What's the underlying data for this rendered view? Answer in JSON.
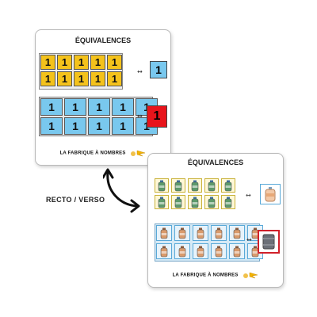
{
  "front": {
    "title": "ÉQUIVALENCES",
    "yellow_tiles": [
      "1",
      "1",
      "1",
      "1",
      "1",
      "1",
      "1",
      "1",
      "1",
      "1"
    ],
    "blue_single": "1",
    "blue_tiles": [
      "1",
      "1",
      "1",
      "1",
      "1",
      "1",
      "1",
      "1",
      "1",
      "1"
    ],
    "red_single": "1",
    "arrow": "↔",
    "footer": "LA FABRIQUE À NOMBRES"
  },
  "back": {
    "title": "ÉQUIVALENCES",
    "arrow": "↔",
    "footer": "LA FABRIQUE À NOMBRES"
  },
  "label": "RECTO / VERSO",
  "colors": {
    "yellow": "#f4c21b",
    "blue": "#79c8ee",
    "red": "#e8141b",
    "bottle_green": "#5d9a6a",
    "bottle_orange": "#d99a6c",
    "barrel": "#6b6f77"
  }
}
